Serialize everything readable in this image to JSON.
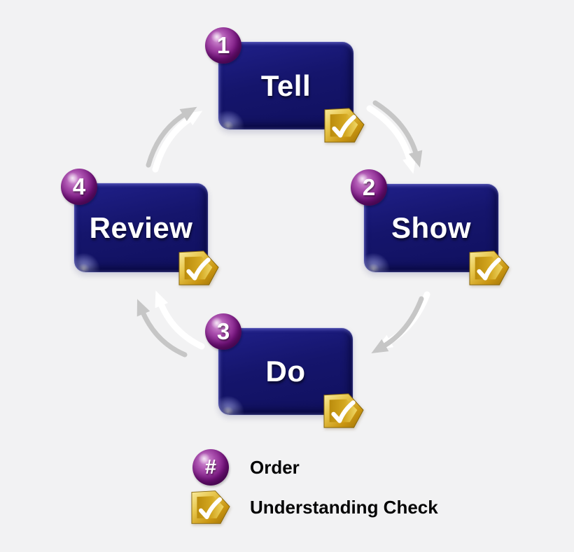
{
  "diagram": {
    "steps": [
      {
        "order": "1",
        "label": "Tell"
      },
      {
        "order": "2",
        "label": "Show"
      },
      {
        "order": "3",
        "label": "Do"
      },
      {
        "order": "4",
        "label": "Review"
      }
    ],
    "legend": {
      "order": {
        "symbol": "#",
        "label": "Order"
      },
      "check": {
        "label": "Understanding Check"
      }
    },
    "icons": {
      "order_badge": "numbered-purple-sphere",
      "check_badge": "gold-check-tag",
      "arrows": "clockwise-cycle-arrows"
    },
    "colors": {
      "background": "#f2f2f3",
      "box_navy": "#15156c",
      "box_text": "#ffffff",
      "sphere_purple": "#7d1584",
      "gold": "#d4a821",
      "arrow_gray": "#c6c6c6",
      "legend_text": "#050505"
    }
  }
}
